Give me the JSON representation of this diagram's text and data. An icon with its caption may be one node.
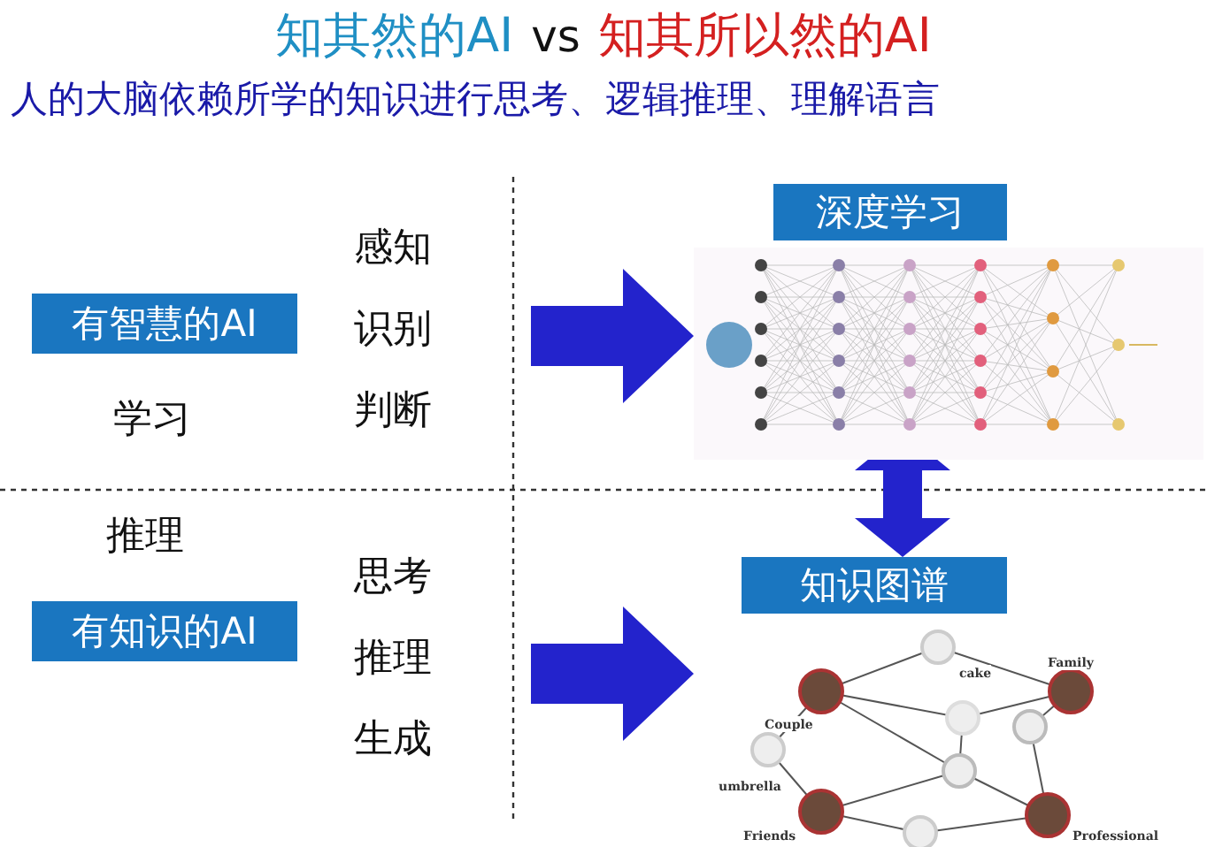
{
  "diagram": {
    "nodes": [
      {
        "text": [
          "有智慧的AI"
        ]
      },
      {
        "text": [
          "学习"
        ]
      },
      {
        "text": [
          "感知",
          "识别",
          "判断"
        ]
      },
      {
        "text": [
          "深度学习"
        ]
      },
      {
        "text": [],
        "shape": "picture"
      },
      {
        "text": [
          "知识图谱"
        ]
      },
      {
        "text": [],
        "shape": "picture"
      },
      {
        "text": [
          "推理"
        ]
      },
      {
        "text": [
          "有知识的AI"
        ]
      },
      {
        "text": [
          "思考",
          "推理",
          "生成"
        ]
      }
    ],
    "edges": [
      {
        "from": 2,
        "to": 4,
        "arrow": "to",
        "style": "thick"
      },
      {
        "from": 4,
        "to": 5,
        "arrow": "both",
        "style": "thick"
      },
      {
        "from": 9,
        "to": 6,
        "arrow": "to",
        "style": "thick"
      }
    ],
    "labels": [
      "知其然的AI",
      "vs",
      "知其所以然的AI",
      "人的大脑依赖所学的知识进行思考、逻辑推理、理解语言",
      "Family",
      "cake",
      "Couple",
      "umbrella",
      "Friends",
      "Professional"
    ]
  }
}
